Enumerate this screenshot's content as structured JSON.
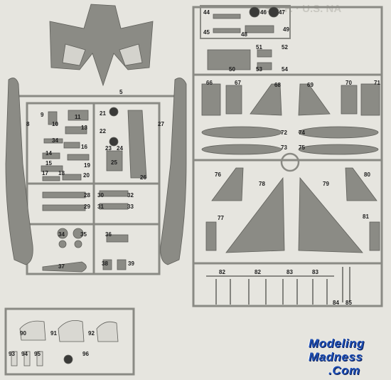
{
  "header_text": "U.S.A.F. · U.S. NA",
  "part_numbers": [
    {
      "id": "p5",
      "label": "5"
    },
    {
      "id": "p8",
      "label": "8"
    },
    {
      "id": "p9",
      "label": "9"
    },
    {
      "id": "p10",
      "label": "10"
    },
    {
      "id": "p11",
      "label": "11"
    },
    {
      "id": "p13",
      "label": "13"
    },
    {
      "id": "p34a",
      "label": "34"
    },
    {
      "id": "p14",
      "label": "14"
    },
    {
      "id": "p15",
      "label": "15"
    },
    {
      "id": "p16",
      "label": "16"
    },
    {
      "id": "p17",
      "label": "17"
    },
    {
      "id": "p18",
      "label": "18"
    },
    {
      "id": "p19",
      "label": "19"
    },
    {
      "id": "p20",
      "label": "20"
    },
    {
      "id": "p21",
      "label": "21"
    },
    {
      "id": "p22",
      "label": "22"
    },
    {
      "id": "p23",
      "label": "23"
    },
    {
      "id": "p24",
      "label": "24"
    },
    {
      "id": "p25",
      "label": "25"
    },
    {
      "id": "p26",
      "label": "26"
    },
    {
      "id": "p27",
      "label": "27"
    },
    {
      "id": "p28",
      "label": "28"
    },
    {
      "id": "p29",
      "label": "29"
    },
    {
      "id": "p30",
      "label": "30"
    },
    {
      "id": "p31",
      "label": "31"
    },
    {
      "id": "p32",
      "label": "32"
    },
    {
      "id": "p33",
      "label": "33"
    },
    {
      "id": "p34b",
      "label": "34"
    },
    {
      "id": "p35",
      "label": "35"
    },
    {
      "id": "p36",
      "label": "36"
    },
    {
      "id": "p37",
      "label": "37"
    },
    {
      "id": "p38",
      "label": "38"
    },
    {
      "id": "p39",
      "label": "39"
    },
    {
      "id": "p44",
      "label": "44"
    },
    {
      "id": "p45",
      "label": "45"
    },
    {
      "id": "p46",
      "label": "46"
    },
    {
      "id": "p47",
      "label": "47"
    },
    {
      "id": "p48",
      "label": "48"
    },
    {
      "id": "p49",
      "label": "49"
    },
    {
      "id": "p50",
      "label": "50"
    },
    {
      "id": "p51",
      "label": "51"
    },
    {
      "id": "p52",
      "label": "52"
    },
    {
      "id": "p53",
      "label": "53"
    },
    {
      "id": "p54",
      "label": "54"
    },
    {
      "id": "p66",
      "label": "66"
    },
    {
      "id": "p67",
      "label": "67"
    },
    {
      "id": "p68",
      "label": "68"
    },
    {
      "id": "p69",
      "label": "69"
    },
    {
      "id": "p70",
      "label": "70"
    },
    {
      "id": "p71",
      "label": "71"
    },
    {
      "id": "p72",
      "label": "72"
    },
    {
      "id": "p73",
      "label": "73"
    },
    {
      "id": "p74",
      "label": "74"
    },
    {
      "id": "p75",
      "label": "75"
    },
    {
      "id": "p76",
      "label": "76"
    },
    {
      "id": "p77",
      "label": "77"
    },
    {
      "id": "p78",
      "label": "78"
    },
    {
      "id": "p79",
      "label": "79"
    },
    {
      "id": "p80",
      "label": "80"
    },
    {
      "id": "p81",
      "label": "81"
    },
    {
      "id": "p82a",
      "label": "82"
    },
    {
      "id": "p82b",
      "label": "82"
    },
    {
      "id": "p83a",
      "label": "83"
    },
    {
      "id": "p83b",
      "label": "83"
    },
    {
      "id": "p84",
      "label": "84"
    },
    {
      "id": "p85",
      "label": "85"
    },
    {
      "id": "p90",
      "label": "90"
    },
    {
      "id": "p91",
      "label": "91"
    },
    {
      "id": "p92",
      "label": "92"
    },
    {
      "id": "p93",
      "label": "93"
    },
    {
      "id": "p94",
      "label": "94"
    },
    {
      "id": "p95",
      "label": "95"
    },
    {
      "id": "p96",
      "label": "96"
    }
  ],
  "logo": {
    "line1": "Modeling",
    "line2": "Madness",
    "line3": ".Com"
  },
  "colors": {
    "plastic": "#8b8b85",
    "plastic_dark": "#6f6f6a",
    "sprue": "#9a9a94",
    "paper": "#e6e5df",
    "logo_blue": "#1f4fb3"
  }
}
